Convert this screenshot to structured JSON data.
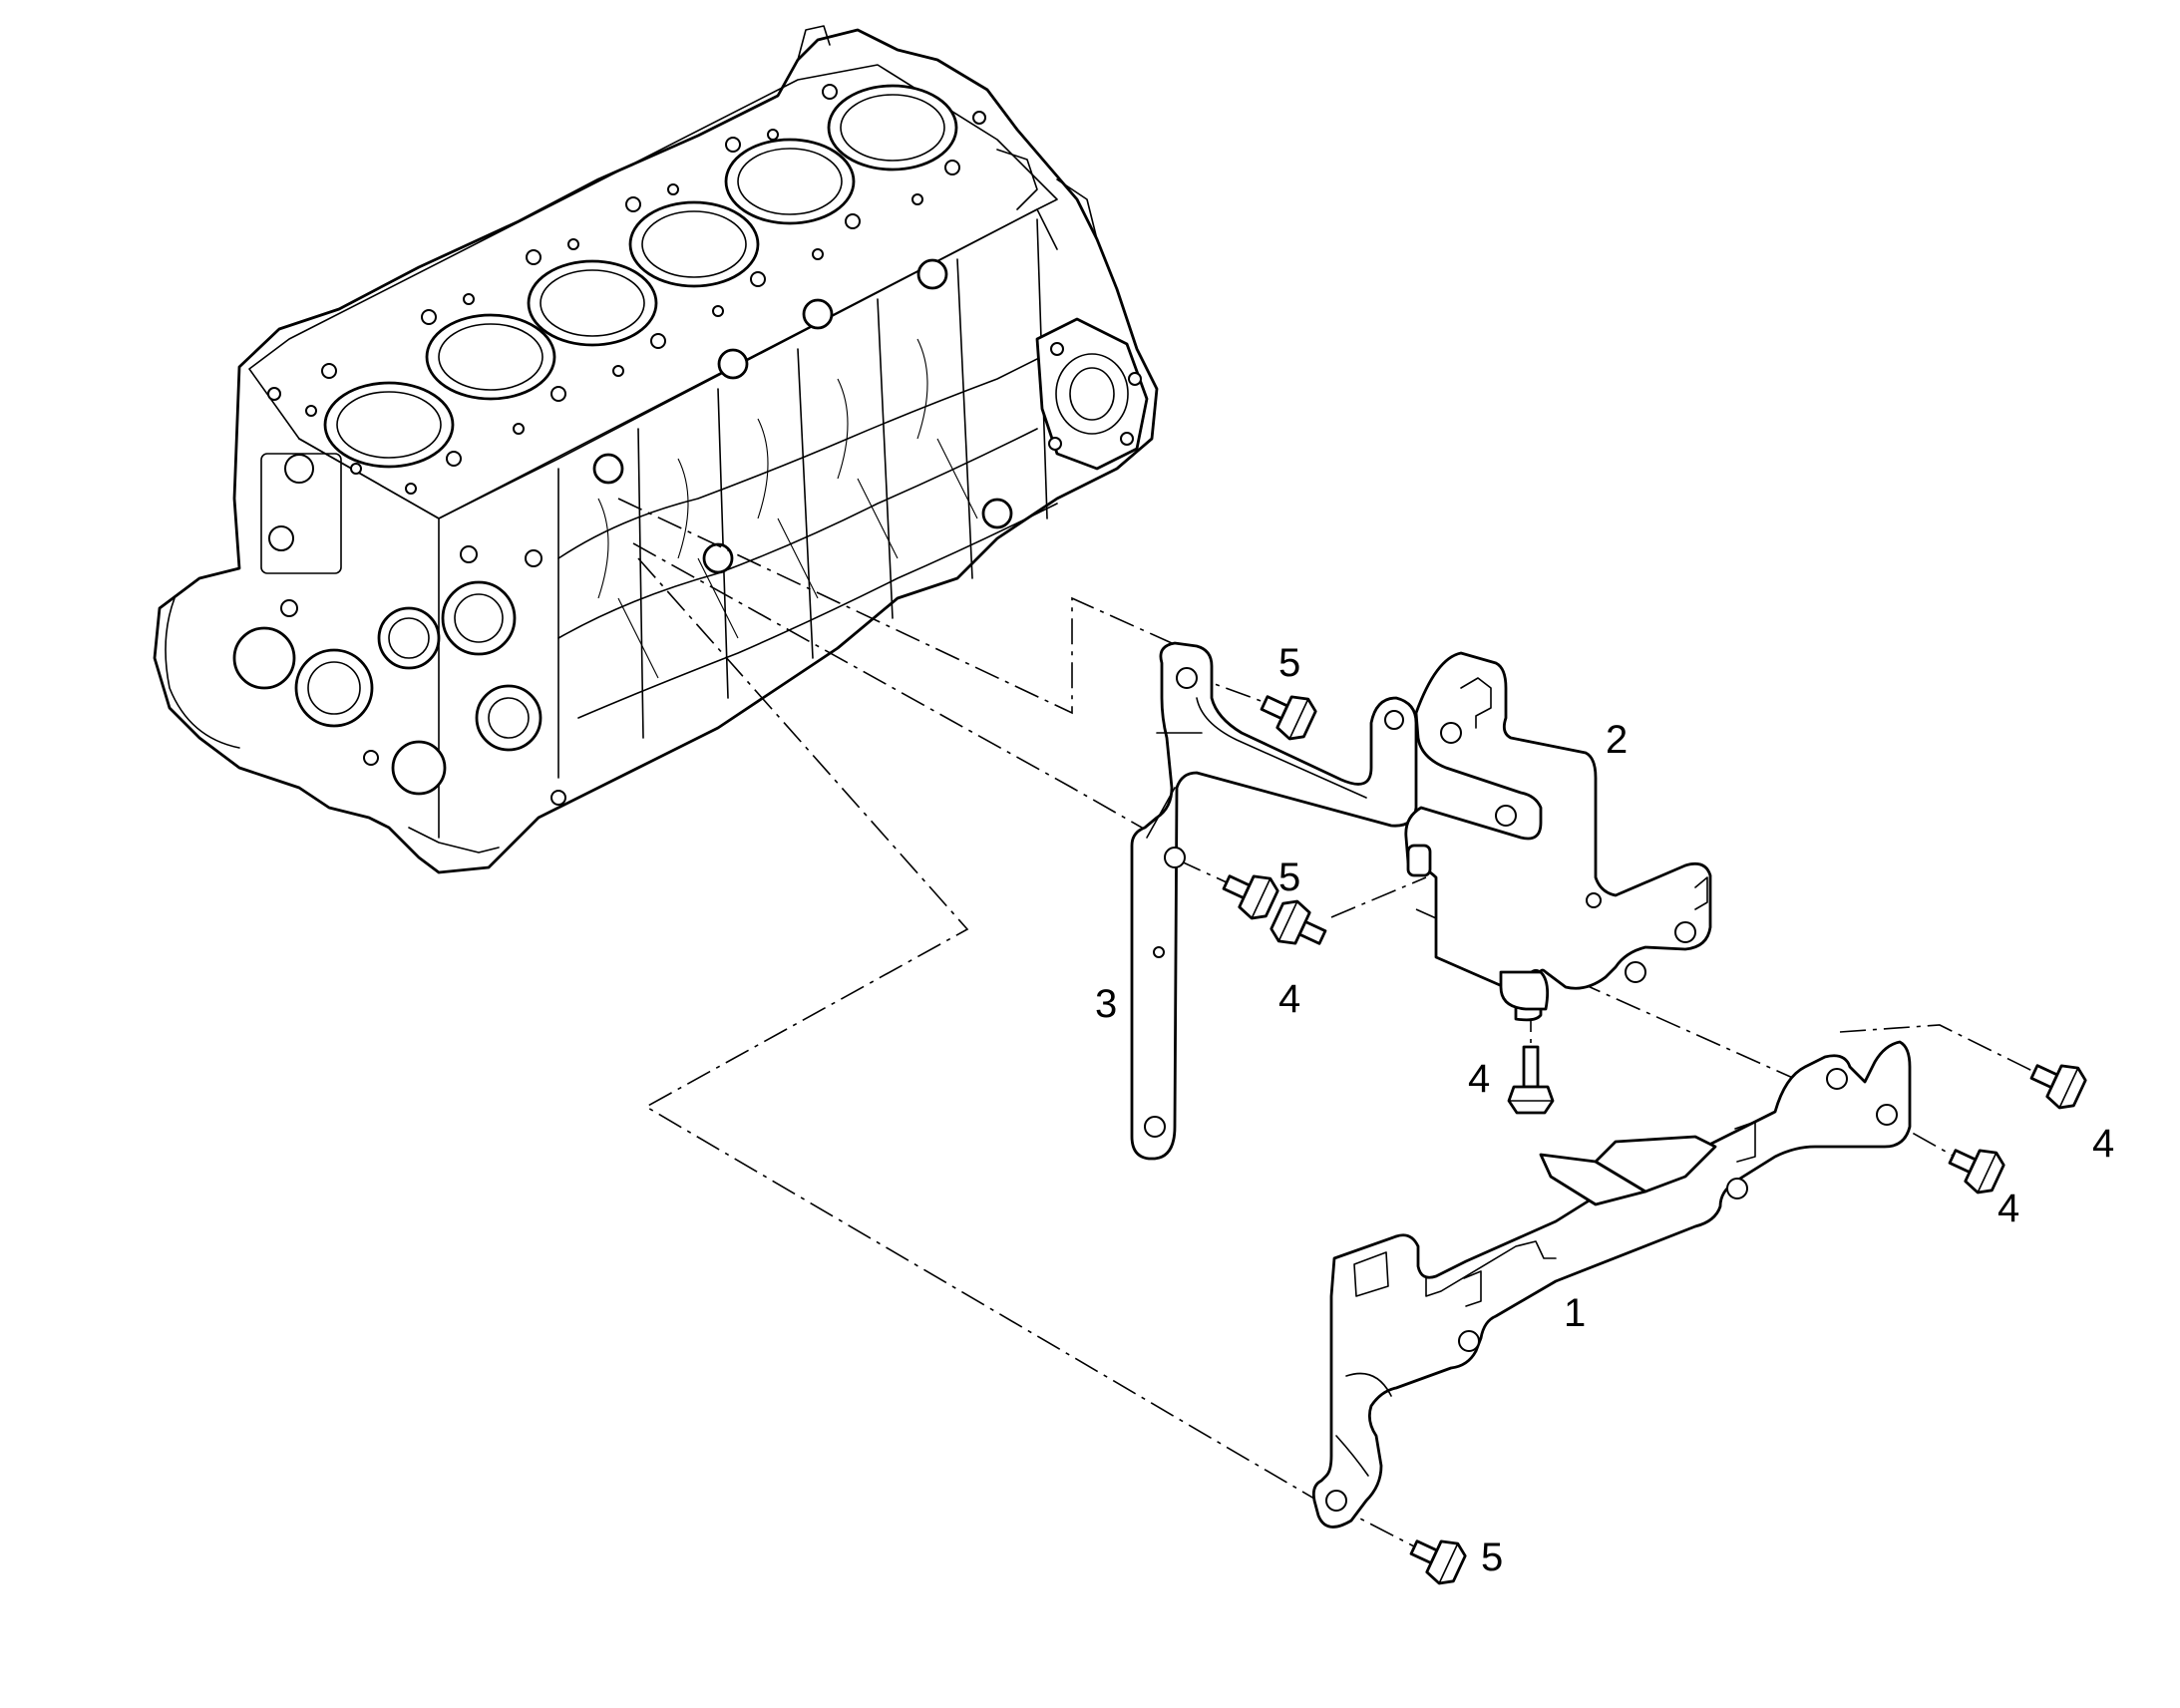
{
  "callouts": {
    "part_1": "1",
    "part_2": "2",
    "part_3": "3",
    "bolt_4_a": "4",
    "bolt_4_b": "4",
    "bolt_4_c": "4",
    "bolt_4_d": "4",
    "bolt_5_a": "5",
    "bolt_5_b": "5",
    "bolt_5_c": "5"
  },
  "colors": {
    "line": "#000000",
    "background": "#ffffff"
  }
}
